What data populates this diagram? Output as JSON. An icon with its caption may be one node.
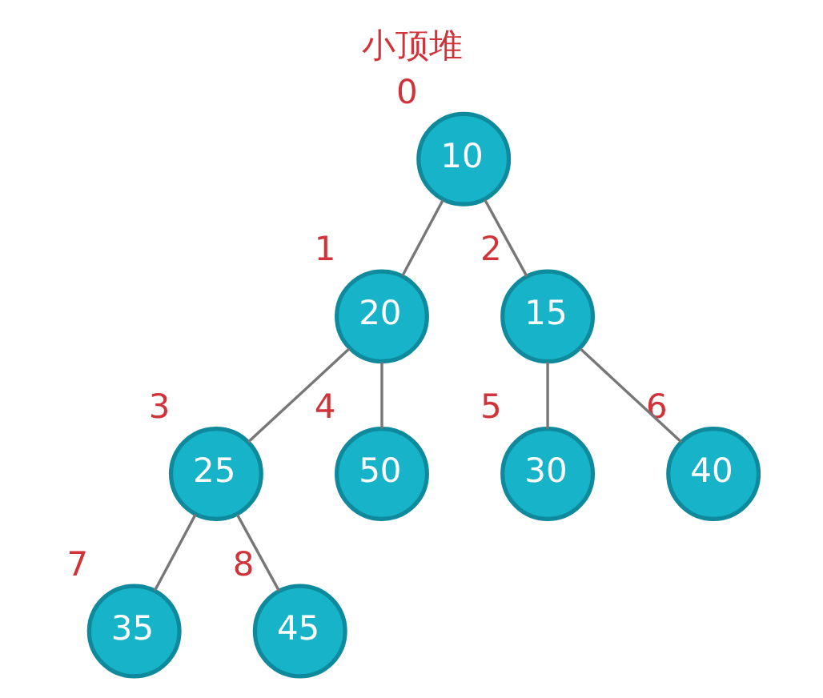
{
  "diagram": {
    "title": "小顶堆",
    "nodes": [
      {
        "text": [
          "10"
        ],
        "beside": [
          "0"
        ]
      },
      {
        "text": [
          "20"
        ],
        "beside": [
          "1"
        ]
      },
      {
        "text": [
          "15"
        ],
        "beside": [
          "2"
        ]
      },
      {
        "text": [
          "25"
        ],
        "beside": [
          "3"
        ]
      },
      {
        "text": [
          "50"
        ],
        "beside": [
          "4"
        ]
      },
      {
        "text": [
          "30"
        ],
        "beside": [
          "5"
        ]
      },
      {
        "text": [
          "40"
        ],
        "beside": [
          "6"
        ]
      },
      {
        "text": [
          "35"
        ],
        "beside": [
          "7"
        ]
      },
      {
        "text": [
          "45"
        ],
        "beside": [
          "8"
        ]
      }
    ],
    "edges": [
      {
        "from": 0,
        "to": 1,
        "arrow": "none"
      },
      {
        "from": 0,
        "to": 2,
        "arrow": "none"
      },
      {
        "from": 1,
        "to": 3,
        "arrow": "none"
      },
      {
        "from": 1,
        "to": 4,
        "arrow": "none"
      },
      {
        "from": 2,
        "to": 5,
        "arrow": "none"
      },
      {
        "from": 2,
        "to": 6,
        "arrow": "none"
      },
      {
        "from": 3,
        "to": 7,
        "arrow": "none"
      },
      {
        "from": 3,
        "to": 8,
        "arrow": "none"
      }
    ]
  }
}
